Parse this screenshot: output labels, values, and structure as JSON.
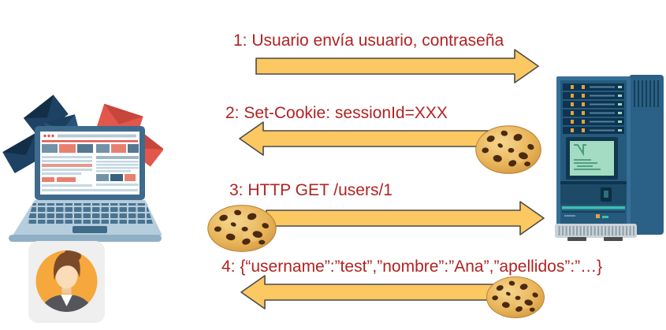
{
  "colors": {
    "label_text": "#b22222",
    "arrow_fill": "#fcc862",
    "arrow_stroke": "#4a4a4a",
    "cookie_base": "#e8b458",
    "cookie_chip": "#4b2a10",
    "server_blue": "#2b6186",
    "laptop_blue": "#3e6b8c",
    "avatar_orange": "#f6a83c"
  },
  "actors": {
    "client_device_icon": "laptop-with-envelopes-illustration",
    "client_user_icon": "woman-avatar",
    "server_icon": "server-tower-illustration"
  },
  "messages": [
    {
      "label": "1: Usuario envía usuario, contraseña",
      "direction": "right",
      "cookie": "none"
    },
    {
      "label": "2: Set-Cookie: sessionId=XXX",
      "direction": "left",
      "cookie": "right-end"
    },
    {
      "label": "3: HTTP GET /users/1",
      "direction": "right",
      "cookie": "left-end"
    },
    {
      "label": "4: {“username”:”test”,”nombre”:”Ana”,”apellidos”:”…}",
      "direction": "left",
      "cookie": "right-end"
    }
  ]
}
